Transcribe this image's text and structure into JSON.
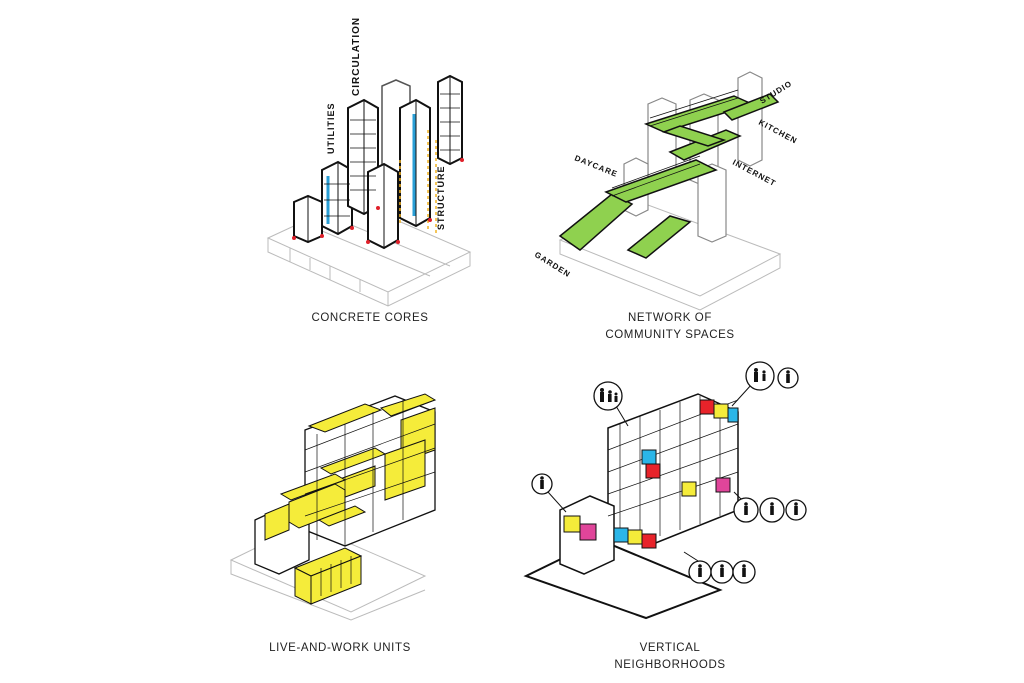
{
  "panels": [
    {
      "caption": [
        "CONCRETE CORES"
      ],
      "labels": {
        "utilities": "UTILITIES",
        "circulation": "CIRCULATION",
        "structure": "STRUCTURE"
      },
      "colors": {
        "utilities": "#2a9fd6",
        "structure": "#f2b320",
        "anchor": "#e0202a"
      }
    },
    {
      "caption": [
        "NETWORK OF",
        "COMMUNITY SPACES"
      ],
      "labels": {
        "garden": "GARDEN",
        "daycare": "DAYCARE",
        "internet": "INTERNET",
        "kitchen": "KITCHEN",
        "studio": "STUDIO"
      },
      "colors": {
        "green": "#8fd14f"
      }
    },
    {
      "caption": [
        "LIVE-AND-WORK UNITS"
      ],
      "colors": {
        "yellow": "#f5ec3a"
      }
    },
    {
      "caption": [
        "VERTICAL",
        "NEIGHBORHOODS"
      ],
      "colors": {
        "red": "#e8232a",
        "yellow": "#f5ec3a",
        "cyan": "#2bb6e8",
        "magenta": "#e0459a"
      },
      "icons": [
        "family-icon",
        "couple-child-icon",
        "single-person-icon",
        "elderly-group-icon",
        "group-of-four-icon"
      ]
    }
  ]
}
